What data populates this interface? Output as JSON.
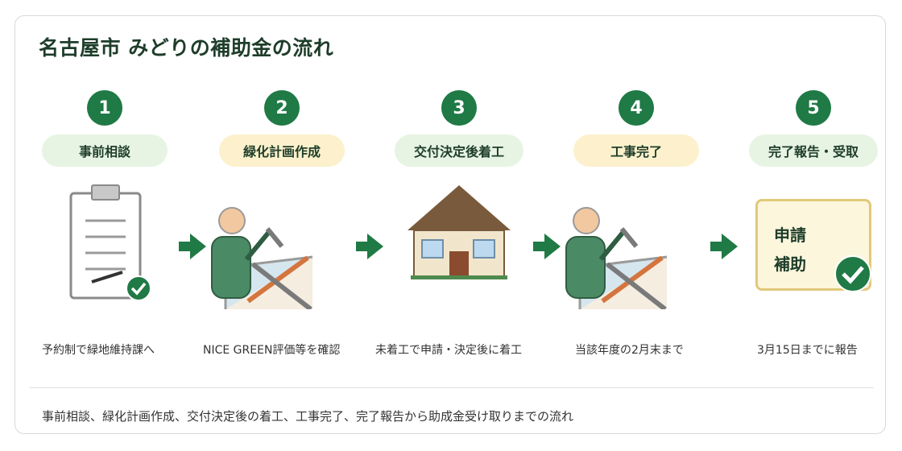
{
  "title": "名古屋市 みどりの補助金の流れ",
  "steps": [
    {
      "number": "1",
      "label": "事前相談",
      "caption": "予約制で緑地維持課へ"
    },
    {
      "number": "2",
      "label": "緑化計画作成",
      "caption": "NICE GREEN評価等を確認"
    },
    {
      "number": "3",
      "label": "交付決定後着工",
      "caption": "未着工で申請・決定後に着工"
    },
    {
      "number": "4",
      "label": "工事完了",
      "caption": "当該年度の2月末まで"
    },
    {
      "number": "5",
      "label": "完了報告・受取",
      "caption": "3月15日までに報告"
    }
  ],
  "application_card": {
    "line1": "申請",
    "line2": "補助"
  },
  "footer": "事前相談、緑化計画作成、交付決定後の着工、工事完了、完了報告から助成金受け取りまでの流れ",
  "colors": {
    "accent_green": "#1f7a45",
    "pill_green": "#e7f4e3",
    "pill_yellow": "#fcf1cc",
    "title_text": "#1e3d2a"
  },
  "icons": [
    "clipboard-icon",
    "check-icon",
    "worker-icon",
    "house-icon",
    "arrow-right-icon"
  ]
}
